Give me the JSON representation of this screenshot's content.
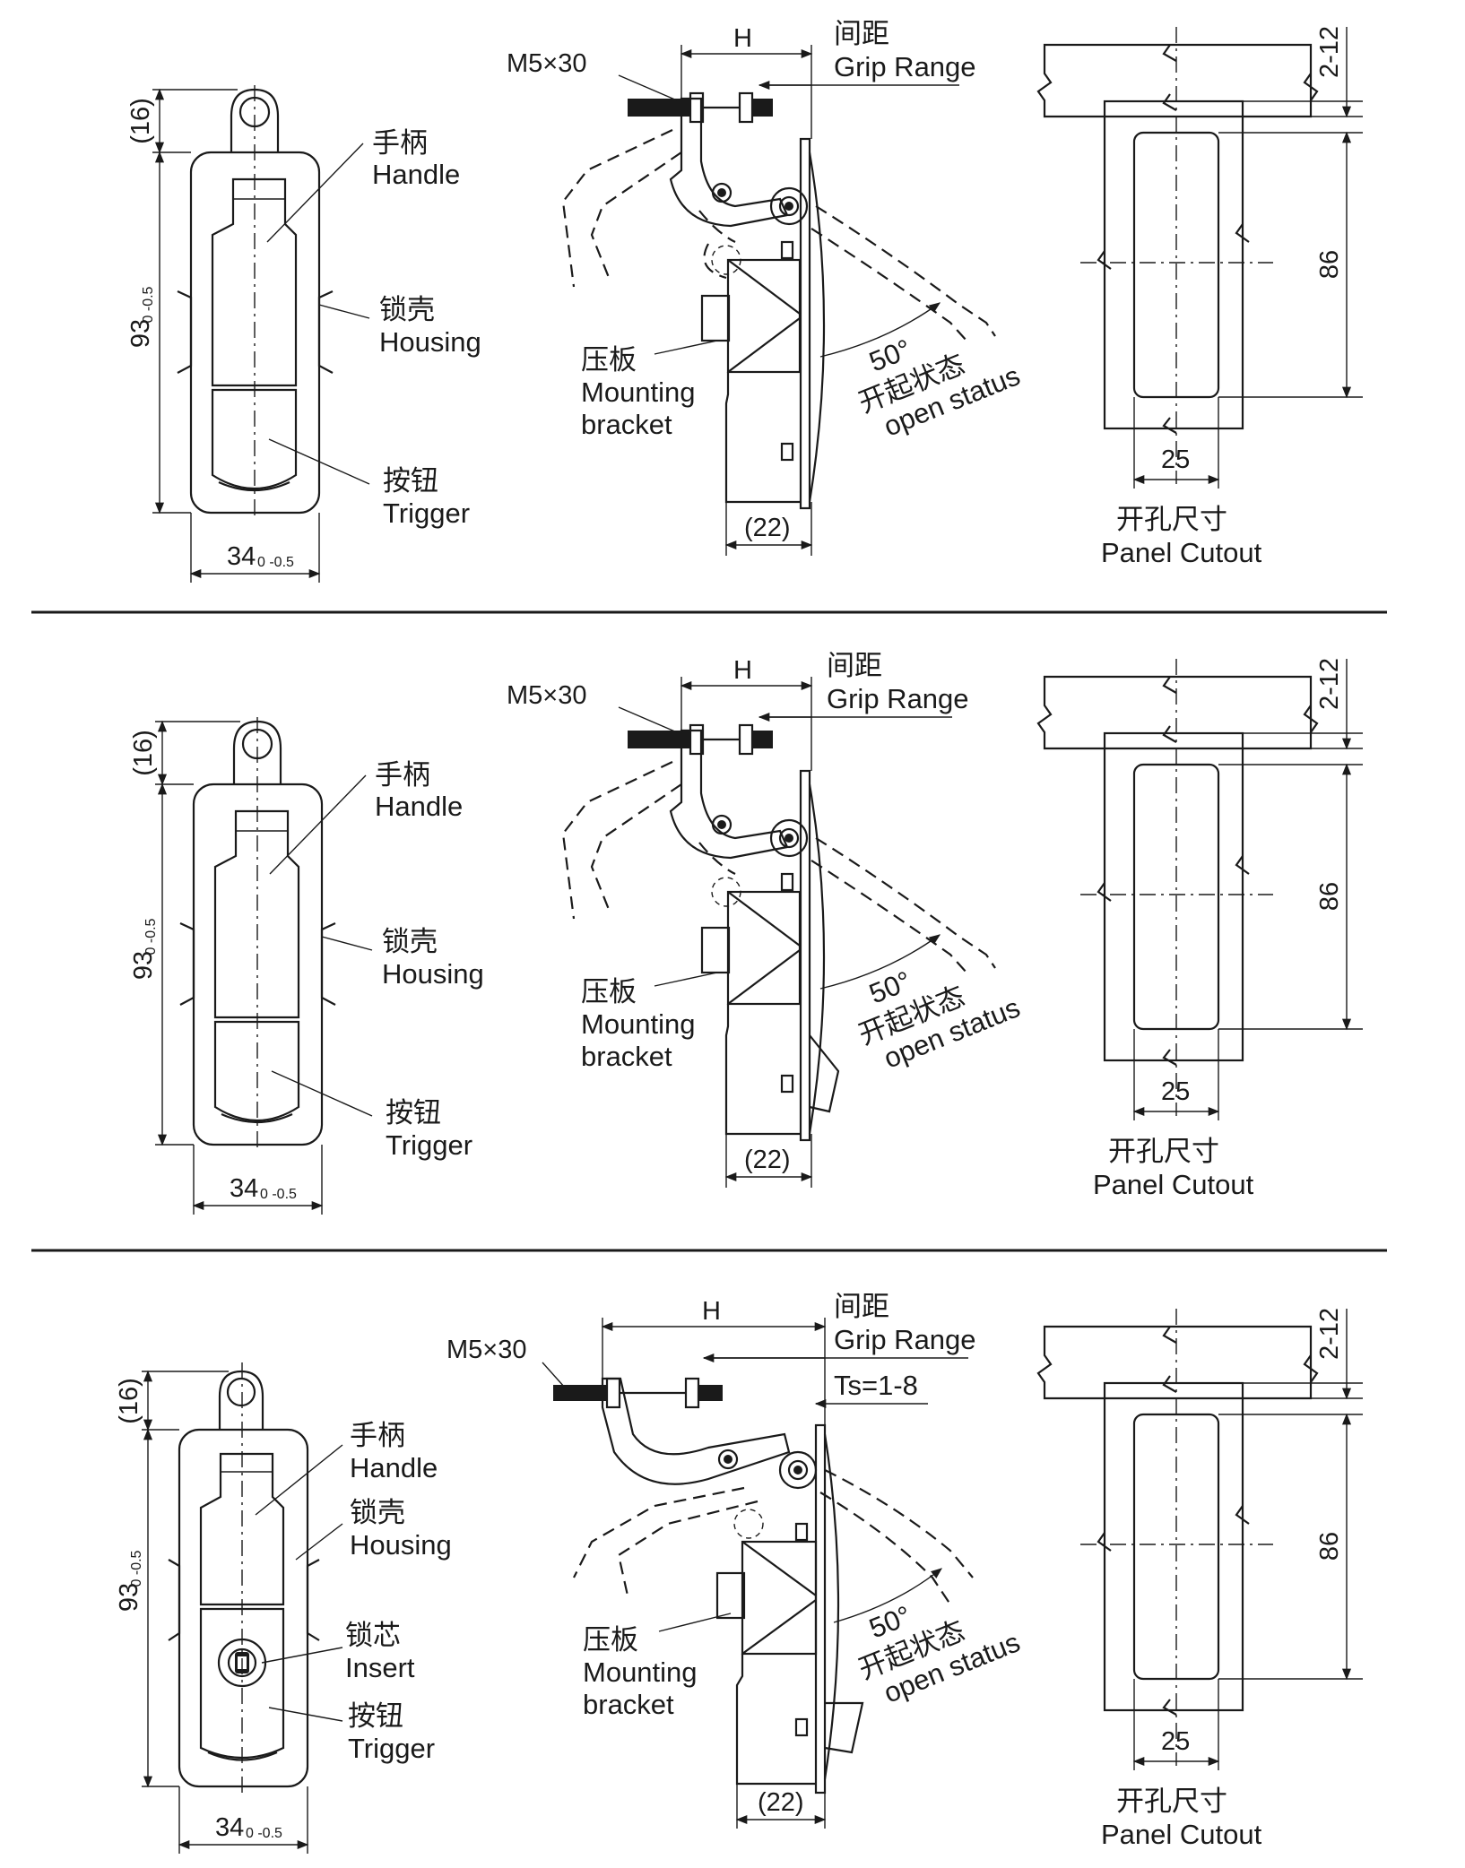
{
  "rows": [
    {
      "front": {
        "dim_16": "(16)",
        "dim_height": "93",
        "dim_height_tol": "0 -0.5",
        "dim_width": "34",
        "dim_width_tol": "0 -0.5",
        "labels": [
          {
            "cn": "手柄",
            "en": "Handle"
          },
          {
            "cn": "锁壳",
            "en": "Housing"
          },
          {
            "cn": "按钮",
            "en": "Trigger"
          }
        ]
      },
      "side": {
        "screw": "M5×30",
        "h": "H",
        "grip_cn": "间距",
        "grip_en": "Grip Range",
        "bracket_cn": "压板",
        "bracket_en1": "Mounting",
        "bracket_en2": "bracket",
        "angle": "50°",
        "open_cn": "开起状态",
        "open_en": "open status",
        "dim_22": "(22)"
      },
      "cutout": {
        "dim_212": "2-12",
        "dim_86": "86",
        "dim_25": "25",
        "title_cn": "开孔尺寸",
        "title_en": "Panel Cutout"
      }
    },
    {
      "front": {
        "dim_16": "(16)",
        "dim_height": "93",
        "dim_height_tol": "0 -0.5",
        "dim_width": "34",
        "dim_width_tol": "0 -0.5",
        "labels": [
          {
            "cn": "手柄",
            "en": "Handle"
          },
          {
            "cn": "锁壳",
            "en": "Housing"
          },
          {
            "cn": "按钮",
            "en": "Trigger"
          }
        ]
      },
      "side": {
        "screw": "M5×30",
        "h": "H",
        "grip_cn": "间距",
        "grip_en": "Grip Range",
        "bracket_cn": "压板",
        "bracket_en1": "Mounting",
        "bracket_en2": "bracket",
        "angle": "50°",
        "open_cn": "开起状态",
        "open_en": "open status",
        "dim_22": "(22)"
      },
      "cutout": {
        "dim_212": "2-12",
        "dim_86": "86",
        "dim_25": "25",
        "title_cn": "开孔尺寸",
        "title_en": "Panel Cutout"
      }
    },
    {
      "front": {
        "dim_16": "(16)",
        "dim_height": "93",
        "dim_height_tol": "0 -0.5",
        "dim_width": "34",
        "dim_width_tol": "0 -0.5",
        "labels": [
          {
            "cn": "手柄",
            "en": "Handle"
          },
          {
            "cn": "锁壳",
            "en": "Housing"
          },
          {
            "cn": "锁芯",
            "en": "Insert"
          },
          {
            "cn": "按钮",
            "en": "Trigger"
          }
        ]
      },
      "side": {
        "screw": "M5×30",
        "h": "H",
        "grip_cn": "间距",
        "grip_en": "Grip Range",
        "ts": "Ts=1-8",
        "bracket_cn": "压板",
        "bracket_en1": "Mounting",
        "bracket_en2": "bracket",
        "angle": "50°",
        "open_cn": "开起状态",
        "open_en": "open status",
        "dim_22": "(22)"
      },
      "cutout": {
        "dim_212": "2-12",
        "dim_86": "86",
        "dim_25": "25",
        "title_cn": "开孔尺寸",
        "title_en": "Panel Cutout"
      }
    }
  ]
}
